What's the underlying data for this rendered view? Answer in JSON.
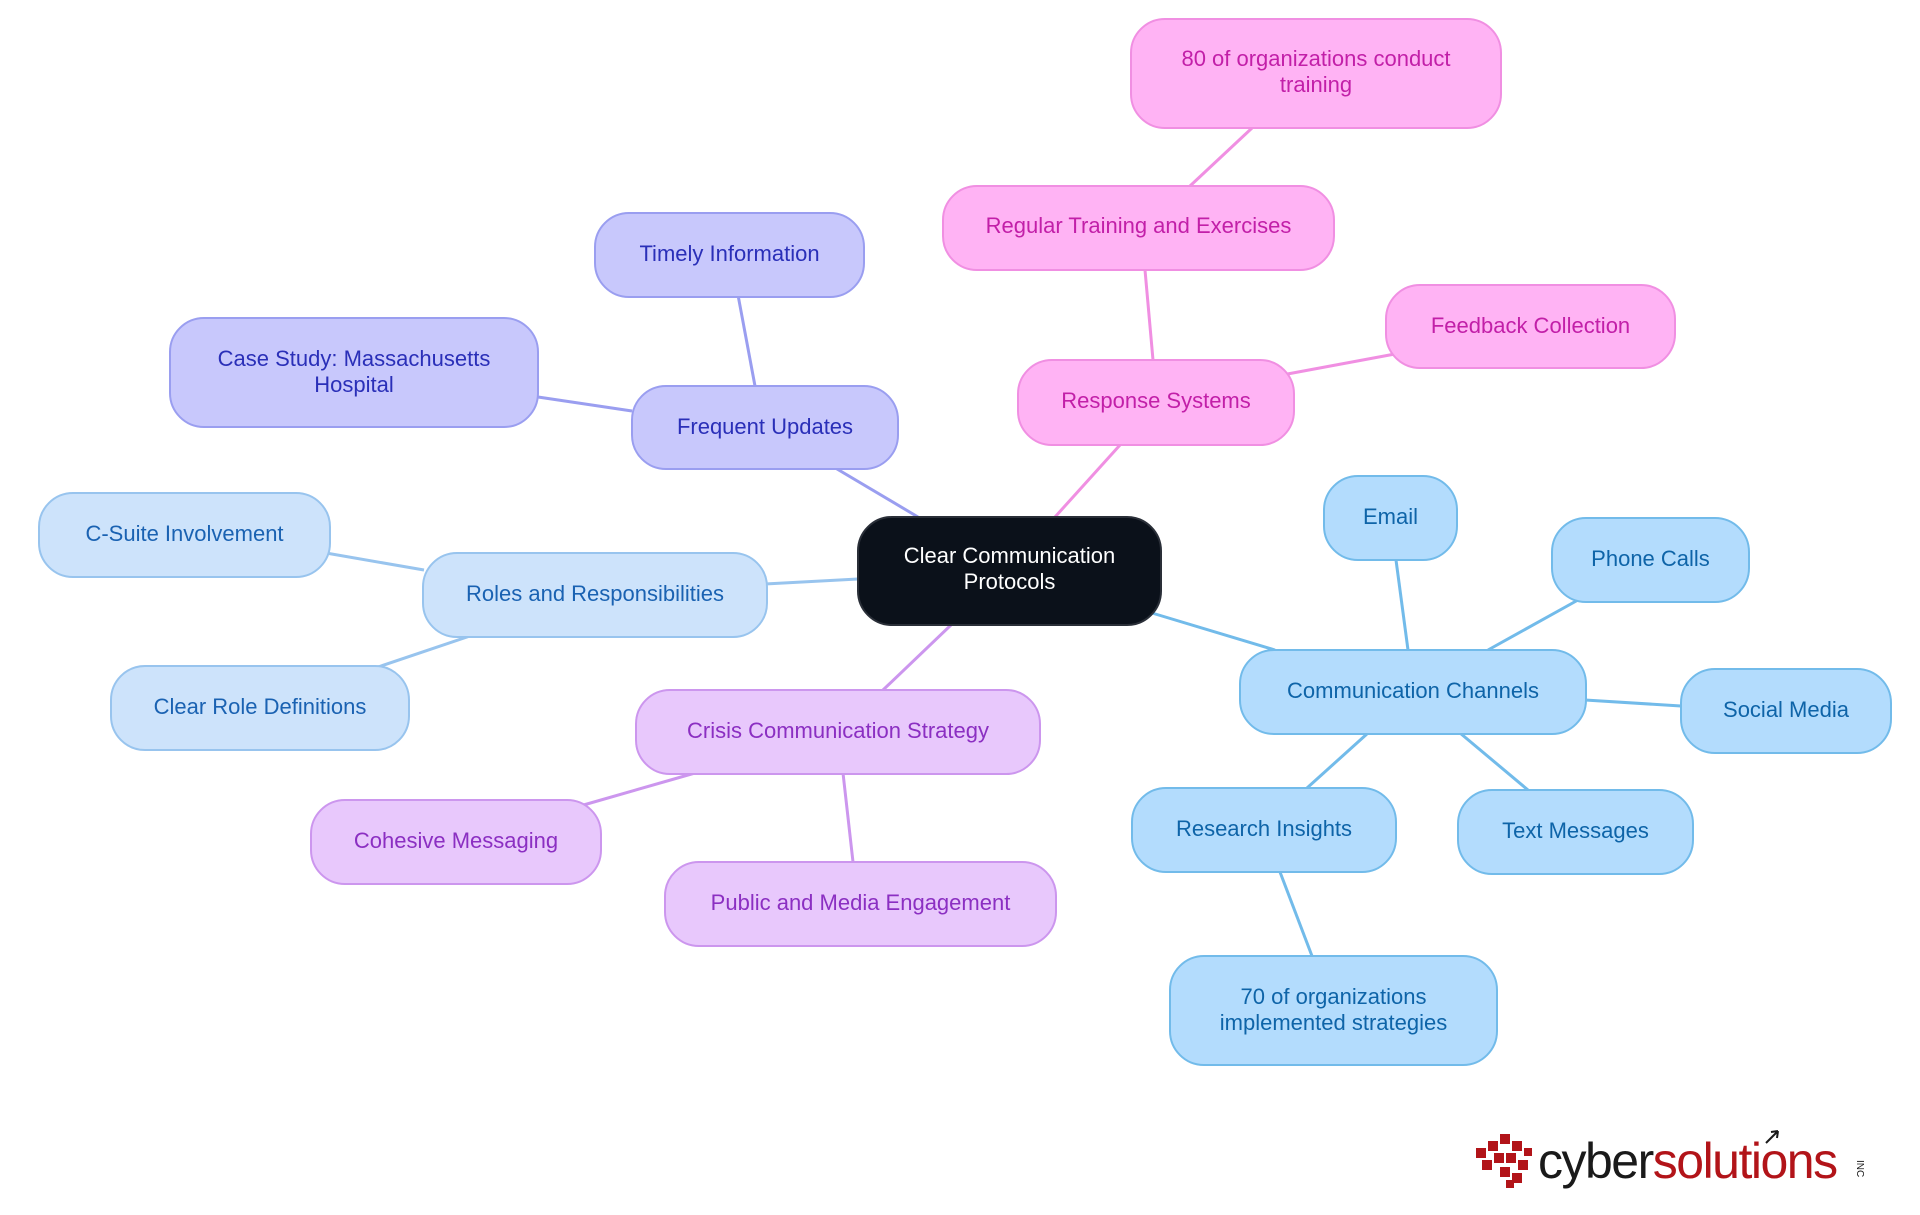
{
  "colors": {
    "root_bg": "#0b111a",
    "root_text": "#ffffff",
    "pink_fill": "#ffb3f4",
    "pink_stroke": "#f08fe2",
    "pink_text": "#c21fa8",
    "indigo_fill": "#c8c8fc",
    "indigo_stroke": "#9a9ef0",
    "indigo_text": "#2a2fb8",
    "lightblue_fill": "#cde3fb",
    "lightblue_stroke": "#98c4ee",
    "lightblue_text": "#1a62b2",
    "purple_fill": "#e8c8fc",
    "purple_stroke": "#cc96ee",
    "purple_text": "#8b2fc2",
    "sky_fill": "#b3dcfd",
    "sky_stroke": "#72bbea",
    "sky_text": "#0e64a8",
    "logo_dark": "#1a1a1a",
    "logo_red": "#b21419"
  },
  "root": {
    "lines": [
      "Clear Communication",
      "Protocols"
    ]
  },
  "branches": {
    "response_systems": {
      "label": "Response Systems",
      "children": {
        "regular_training": {
          "label": "Regular Training and Exercises"
        },
        "org_training": {
          "lines": [
            "80 of organizations conduct",
            "training"
          ]
        },
        "feedback": {
          "label": "Feedback Collection"
        }
      }
    },
    "frequent_updates": {
      "label": "Frequent Updates",
      "children": {
        "timely": {
          "label": "Timely Information"
        },
        "case_study": {
          "lines": [
            "Case Study: Massachusetts",
            "Hospital"
          ]
        }
      }
    },
    "roles": {
      "label": "Roles and Responsibilities",
      "children": {
        "csuite": {
          "label": "C-Suite Involvement"
        },
        "clear_roles": {
          "label": "Clear Role Definitions"
        }
      }
    },
    "crisis": {
      "label": "Crisis Communication Strategy",
      "children": {
        "cohesive": {
          "label": "Cohesive Messaging"
        },
        "public_media": {
          "label": "Public and Media Engagement"
        }
      }
    },
    "channels": {
      "label": "Communication Channels",
      "children": {
        "email": {
          "label": "Email"
        },
        "phone": {
          "label": "Phone Calls"
        },
        "social": {
          "label": "Social Media"
        },
        "text": {
          "label": "Text Messages"
        },
        "research": {
          "label": "Research Insights"
        },
        "org_strategies": {
          "lines": [
            "70 of organizations",
            "implemented strategies"
          ]
        }
      }
    }
  },
  "logo": {
    "part1": "cyber",
    "part2": "solutions",
    "suffix": "INC"
  }
}
